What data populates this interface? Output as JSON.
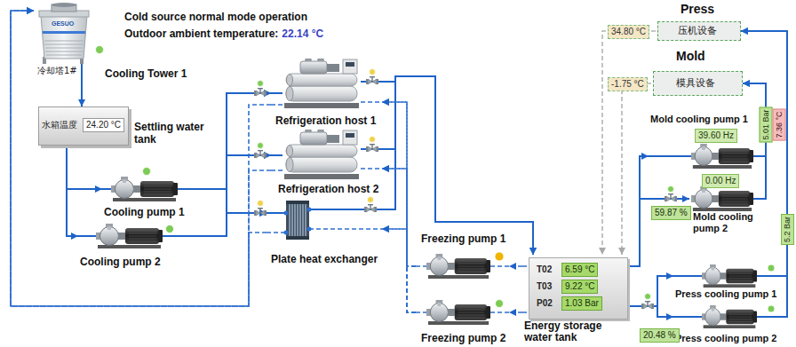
{
  "diagram": {
    "title": "Cold source normal mode operation",
    "nodes": [
      {
        "text": [
          "冷却塔1#",
          "Cooling Tower 1"
        ]
      },
      {
        "text": [
          "水箱温度",
          "24.20 °C",
          "Settling water tank"
        ]
      },
      {
        "text": [
          "Cooling pump 1"
        ]
      },
      {
        "text": [
          "Cooling pump 2"
        ]
      },
      {
        "text": [
          "Refrigeration host 1"
        ]
      },
      {
        "text": [
          "Refrigeration host 2"
        ]
      },
      {
        "text": [
          "Plate heat exchanger"
        ]
      },
      {
        "text": [
          "Freezing pump 1"
        ]
      },
      {
        "text": [
          "Freezing pump 2"
        ]
      },
      {
        "text": [
          "T02",
          "6.59 °C",
          "T03",
          "9.22 °C",
          "P02",
          "1.03 Bar",
          "Energy storage water tank"
        ]
      },
      {
        "text": [
          "Press",
          "压机设备"
        ]
      },
      {
        "text": [
          "Mold",
          "模具设备"
        ]
      },
      {
        "text": [
          "Mold cooling pump 1",
          "39.60 Hz"
        ]
      },
      {
        "text": [
          "0.00 Hz",
          "Mold cooling pump 2"
        ]
      },
      {
        "text": [
          "Press cooling pump 1"
        ]
      },
      {
        "text": [
          "Press cooling pump 2"
        ]
      }
    ],
    "edges": [
      {
        "from": 0,
        "to": 1,
        "arrow": "to"
      },
      {
        "from": 1,
        "to": 2,
        "arrow": "to"
      },
      {
        "from": 1,
        "to": 3,
        "arrow": "to"
      },
      {
        "from": 2,
        "to": 4,
        "arrow": "to"
      },
      {
        "from": 2,
        "to": 5,
        "arrow": "to"
      },
      {
        "from": 2,
        "to": 6,
        "arrow": "to"
      },
      {
        "from": 3,
        "to": 4,
        "arrow": "to"
      },
      {
        "from": 3,
        "to": 5,
        "arrow": "to"
      },
      {
        "from": 3,
        "to": 6,
        "arrow": "to"
      },
      {
        "from": 4,
        "to": 9,
        "arrow": "to"
      },
      {
        "from": 5,
        "to": 9,
        "arrow": "to"
      },
      {
        "from": 6,
        "to": 9,
        "arrow": "to"
      },
      {
        "from": 4,
        "to": 0,
        "arrow": "to"
      },
      {
        "from": 5,
        "to": 0,
        "arrow": "to"
      },
      {
        "from": 6,
        "to": 0,
        "arrow": "to"
      },
      {
        "from": 9,
        "to": 7,
        "arrow": "to"
      },
      {
        "from": 9,
        "to": 8,
        "arrow": "to"
      },
      {
        "from": 7,
        "to": 4,
        "arrow": "to"
      },
      {
        "from": 7,
        "to": 5,
        "arrow": "to"
      },
      {
        "from": 7,
        "to": 6,
        "arrow": "to"
      },
      {
        "from": 8,
        "to": 4,
        "arrow": "to"
      },
      {
        "from": 8,
        "to": 5,
        "arrow": "to"
      },
      {
        "from": 8,
        "to": 6,
        "arrow": "to"
      },
      {
        "from": 9,
        "to": 12,
        "arrow": "to"
      },
      {
        "from": 9,
        "to": 13,
        "arrow": "to"
      },
      {
        "from": 12,
        "to": 11,
        "arrow": "to"
      },
      {
        "from": 13,
        "to": 11,
        "arrow": "to"
      },
      {
        "from": 11,
        "to": 9,
        "arrow": "to"
      },
      {
        "from": 9,
        "to": 14,
        "arrow": "to"
      },
      {
        "from": 9,
        "to": 15,
        "arrow": "to"
      },
      {
        "from": 14,
        "to": 10,
        "arrow": "to"
      },
      {
        "from": 15,
        "to": 10,
        "arrow": "to"
      },
      {
        "from": 10,
        "to": 9,
        "arrow": "to"
      }
    ],
    "labels": [
      "Outdoor ambient temperature:",
      "22.14 °C",
      "GESUO",
      "34.80 °C",
      "-1.75 °C",
      "5.01 Bar",
      "7.36 °C",
      "5.2 Bar",
      "59.87 %",
      "20.48 %"
    ]
  }
}
